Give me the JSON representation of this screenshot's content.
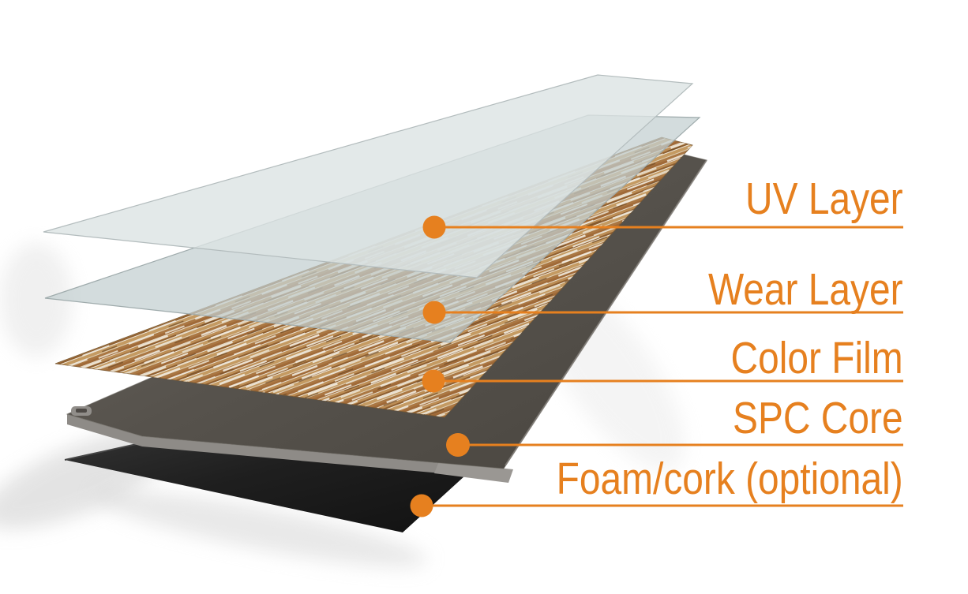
{
  "diagram": {
    "subject": "SPC flooring exploded layer diagram",
    "layers": [
      {
        "id": "uv-layer",
        "label": "UV Layer"
      },
      {
        "id": "wear-layer",
        "label": "Wear Layer"
      },
      {
        "id": "color-film",
        "label": "Color Film"
      },
      {
        "id": "spc-core",
        "label": "SPC Core"
      },
      {
        "id": "foam-cork",
        "label": "Foam/cork (optional)"
      }
    ]
  },
  "colors": {
    "accent": "#E6801F",
    "wood_base": "#B5854C",
    "spc_core_top": "#56524C",
    "spc_core_side": "#8E8B87",
    "foam_black": "#222222",
    "sheet_uv": "#DCE3E4",
    "sheet_wear": "#C9D4D6"
  }
}
